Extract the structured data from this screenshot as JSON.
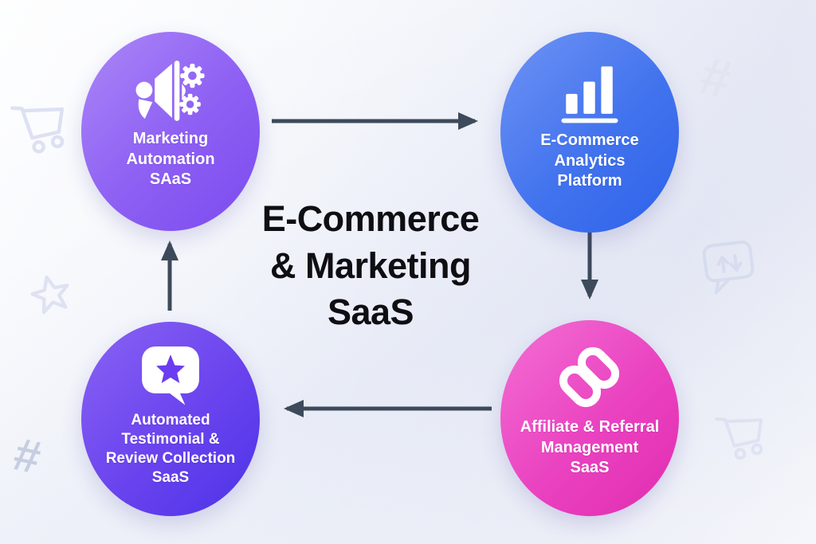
{
  "title": {
    "text": "E-Commerce & Marketing SaaS",
    "lines": [
      "E-Commerce",
      "& Marketing",
      "SaaS"
    ],
    "color": "#0e0e13"
  },
  "nodes": [
    {
      "id": "marketing-automation-saas",
      "label": "Marketing\nAutomation\nSAaS",
      "icon": "megaphone-gears-icon",
      "position": "top-left",
      "gradient_start": "#ab87f8",
      "gradient_end": "#7b4bef"
    },
    {
      "id": "ecommerce-analytics-platform",
      "label": "E-Commerce\nAnalytics\nPlatform",
      "icon": "bar-chart-icon",
      "position": "top-right",
      "gradient_start": "#6f93f4",
      "gradient_end": "#2d62e9"
    },
    {
      "id": "affiliate-referral-management-saas",
      "label": "Affiliate & Referral\nManagement\nSaaS",
      "icon": "chain-link-icon",
      "position": "bottom-right",
      "gradient_start": "#f36fd4",
      "gradient_end": "#e12cb0"
    },
    {
      "id": "automated-testimonial-review-collection-saas",
      "label": "Automated\nTestimonial &\nReview Collection\nSaaS",
      "icon": "star-review-bubble-icon",
      "position": "bottom-left",
      "gradient_start": "#8a63f4",
      "gradient_end": "#4c33e8"
    }
  ],
  "arrows": [
    {
      "from": "marketing-automation-saas",
      "to": "ecommerce-analytics-platform",
      "direction": "right"
    },
    {
      "from": "ecommerce-analytics-platform",
      "to": "affiliate-referral-management-saas",
      "direction": "down"
    },
    {
      "from": "affiliate-referral-management-saas",
      "to": "automated-testimonial-review-collection-saas",
      "direction": "left"
    },
    {
      "from": "automated-testimonial-review-collection-saas",
      "to": "marketing-automation-saas",
      "direction": "up"
    }
  ],
  "arrow_color": "#3d4a5b",
  "background_icons": [
    {
      "name": "shopping-cart-icon",
      "position": "top-left"
    },
    {
      "name": "hashtag-icon",
      "position": "top-right",
      "glyph": "#"
    },
    {
      "name": "star-icon",
      "position": "middle-left"
    },
    {
      "name": "chat-bubble-trend-arrows-icon",
      "position": "middle-right"
    },
    {
      "name": "shopping-cart-icon",
      "position": "bottom-right"
    },
    {
      "name": "hashtag-icon",
      "position": "bottom-left",
      "glyph": "#"
    }
  ]
}
